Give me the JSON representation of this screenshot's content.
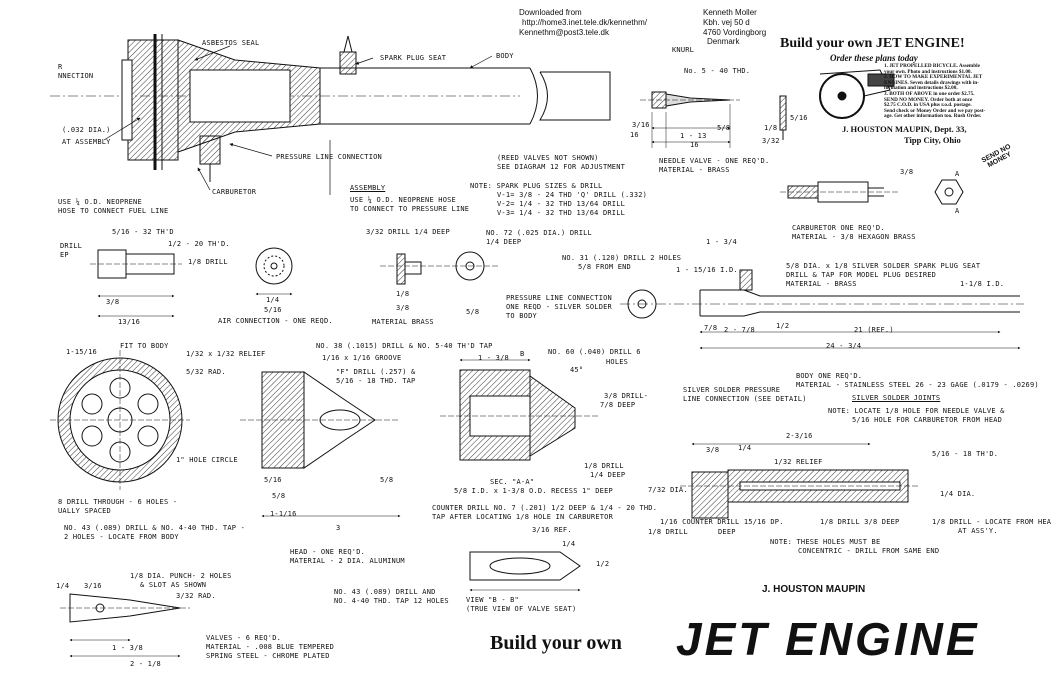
{
  "header": {
    "downloaded_from": "Downloaded from",
    "url": "http://home3.inet.tele.dk/kennethm/",
    "email": "Kennethm@post3.tele.dk",
    "name": "Kenneth Moller",
    "address1": "Kbh. vej 50 d",
    "address2": "4760 Vordingborg",
    "country": "Denmark"
  },
  "advert": {
    "title": "Build your own JET ENGINE!",
    "subtitle": "Order these plans today",
    "items": [
      "1. JET PROPELLED BICYCLE. Assemble",
      "your own. Photo and instructions $1.00.",
      "2. HOW TO MAKE EXPERIMENTAL JET",
      "ENGINES. Seven details drawings with in-",
      "formation and instructions $2.00.",
      "3. BOTH OF ABOVE in one order $2.75.",
      "SEND NO MONEY. Order both at once",
      "$2.75 C.O.D. in USA plus r.o.d. postage.",
      "Send check or Money Order and we pay post-",
      "age. Get other information too. Rush Order."
    ],
    "company": "J. HOUSTON MAUPIN, Dept. 33,",
    "city": "Tipp City, Ohio",
    "stamp": "SEND NO MONEY"
  },
  "footer": {
    "author": "J. HOUSTON MAUPIN",
    "build_your_own": "Build your own",
    "jet_engine": "JET ENGINE"
  },
  "labels": {
    "asbestos_seal": "ASBESTOS SEAL",
    "spark_plug_seat": "SPARK PLUG SEAT",
    "body": "BODY",
    "r_connection": "R",
    "nnection": "NNECTION",
    "dia_032": "(.032 DIA.)",
    "at_assembly": "AT ASSEMBLY",
    "pressure_line_connection": "PRESSURE LINE CONNECTION",
    "carburetor": "CARBURETOR",
    "use_neoprene_1": "USE ¼ O.D. NEOPRENE",
    "use_neoprene_2": "HOSE TO CONNECT FUEL LINE",
    "assembly": "ASSEMBLY",
    "assembly_use_1": "USE ¼ O.D. NEOPRENE HOSE",
    "assembly_use_2": "TO CONNECT TO PRESSURE LINE",
    "reed_valves_1": "(REED VALVES NOT SHOWN)",
    "reed_valves_2": "SEE DIAGRAM 12 FOR ADJUSTMENT",
    "note_spark": "NOTE: SPARK PLUG SIZES & DRILL",
    "v1": "V-1= 3/8 - 24 THD 'Q' DRILL (.332)",
    "v2": "V-2= 1/4 - 32 THD 13/64 DRILL",
    "v3": "V-3= 1/4 - 32 THD 13/64 DRILL",
    "knurl": "KNURL",
    "no5_40": "No. 5 - 40 THD.",
    "needle_valve_1": "NEEDLE VALVE - ONE REQ'D.",
    "needle_valve_2": "MATERIAL - BRASS",
    "d_3_16": "3/16",
    "d_16": "16",
    "d_1_13_16": "1 - 13",
    "d_1_16": "16",
    "d_5_8": "5/8",
    "d_1_8": "1/8",
    "d_3_32": "3/32",
    "d_5_16": "5/16",
    "d_3_8c": "3/8",
    "carburetor_req_1": "CARBURETOR   ONE REQ'D.",
    "carburetor_req_2": "MATERIAL - 3/8 HEXAGON BRASS",
    "a_label": "A",
    "d_5_16_32": "5/16 - 32 TH'D",
    "d_half_20": "1/2 - 20 TH'D.",
    "drill": "DRILL",
    "ep": "EP",
    "d_1_8_drill": "1/8 DRILL",
    "d_3_8": "3/8",
    "d_13_16": "13/16",
    "air_connection": "AIR CONNECTION - ONE REQD.",
    "d_1_4": "1/4",
    "d_5_16b": "5/16",
    "d_3_32_drill": "3/32 DRILL 1/4 DEEP",
    "no72_1": "NO. 72 (.025 DIA.) DRILL",
    "no72_2": "1/4 DEEP",
    "material_brass": "MATERIAL BRASS",
    "d_1_8b": "1/8",
    "d_3_8b": "3/8",
    "d_5_8b": "5/8",
    "no31_1": "NO. 31 (.120) DRILL 2 HOLES",
    "no31_2": "5/8 FROM END",
    "d_1_3_4": "1 - 3/4",
    "d_1_15_16": "1 - 15/16 I.D.",
    "solder_1": "5/8 DIA. x 1/8 SILVER SOLDER SPARK PLUG SEAT",
    "solder_2": "DRILL & TAP FOR MODEL PLUG DESIRED",
    "solder_3": "MATERIAL - BRASS",
    "d_1_1_8_id": "1-1/8 I.D.",
    "pressure_conn_1": "PRESSURE LINE CONNECTION",
    "pressure_conn_2": "ONE REQD - SILVER SOLDER",
    "pressure_conn_3": "TO BODY",
    "d_7_8": "7/8",
    "d_2_7_8": "2 - 7/8",
    "d_half": "1/2",
    "d_21_ref": "21 (REF.)",
    "d_24_3_4": "24 - 3/4",
    "d_1_15_16b": "1-15/16",
    "fit_to_body": "FIT TO BODY",
    "relief_1_32": "1/32 x 1/32 RELIEF",
    "rad_5_32": "5/32 RAD.",
    "no38": "NO. 38 (.1015) DRILL & NO. 5-40 TH'D TAP",
    "groove": "1/16 x 1/16 GROOVE",
    "f_drill": "\"F\" DRILL (.257) &",
    "tap_5_16": "5/16 - 18 THD. TAP",
    "d_1_3_8": "1 - 3/8",
    "b_label": "B",
    "no60_1": "NO. 60 (.040) DRILL 6",
    "no60_2": "HOLES",
    "deg_45": "45°",
    "d_3_8_drill_1": "3/8 DRILL-",
    "d_3_8_drill_2": "7/8 DEEP",
    "silver_solder_pressure_1": "SILVER SOLDER PRESSURE",
    "silver_solder_pressure_2": "LINE CONNECTION (SEE DETAIL)",
    "body_one_req": "BODY ONE REQ'D.",
    "body_material": "MATERIAL - STAINLESS STEEL 26 - 23 GAGE (.0179 - .0269)",
    "silver_solder_joints": "SILVER SOLDER JOINTS",
    "note_locate_1": "NOTE: LOCATE 1/8 HOLE FOR NEEDLE VALVE &",
    "note_locate_2": "5/16 HOLE FOR CARBURETOR FROM HEAD",
    "hole_circle": "1\" HOLE CIRCLE",
    "drill_through_1": "8 DRILL THROUGH - 6 HOLES -",
    "drill_through_2": "UALLY SPACED",
    "no43_1": "NO. 43 (.089) DRILL & NO. 4-40 THD. TAP -",
    "no43_2": "2 HOLES - LOCATE FROM BODY",
    "d_1_8_drill_1": "1/8 DRILL",
    "d_1_8_drill_2": "1/4 DEEP",
    "sec_aa": "SEC. \"A-A\"",
    "recess": "5/8 I.D. x 1-3/8 O.D. RECESS 1\" DEEP",
    "counter_drill_1": "COUNTER DRILL NO. 7 (.201) 1/2 DEEP & 1/4 - 20 THD.",
    "counter_drill_2": "TAP AFTER LOCATING 1/8 HOLE IN CARBURETOR",
    "d_5_16c": "5/16",
    "d_5_8c": "5/8",
    "d_1_1_16": "1-1/16",
    "d_3": "3",
    "head_req_1": "HEAD - ONE REQ'D.",
    "head_req_2": "MATERIAL - 2 DIA. ALUMINUM",
    "d_2_3_16": "2-3/16",
    "d_3_8d": "3/8",
    "d_1_4b": "1/4",
    "relief_1_32b": "1/32 RELIEF",
    "d_5_16_18": "5/16 - 18 TH'D.",
    "d_7_32_dia": "7/32 DIA.",
    "d_1_4_dia": "1/4 DIA.",
    "counter_drill_15_16": "1/16 COUNTER DRILL 15/16 DP.",
    "d_1_8_drill_b": "1/8 DRILL",
    "deep": "DEEP",
    "d_1_8_3_8_deep": "1/8 DRILL 3/8 DEEP",
    "locate_from_head_1": "1/8 DRILL - LOCATE FROM HEA",
    "locate_from_head_2": "AT ASS'Y.",
    "note_concentric_1": "NOTE:  THESE HOLES MUST BE",
    "note_concentric_2": "CONCENTRIC - DRILL FROM SAME END",
    "d_3_16_ref": "3/16 REF.",
    "d_1_4c": "1/4",
    "d_1_2c": "1/2",
    "view_bb_1": "VIEW \"B - B\"",
    "view_bb_2": "(TRUE VIEW OF VALVE SEAT)",
    "no43_b_1": "NO. 43 (.089) DRILL AND",
    "no43_b_2": "NO. 4-40 THD. TAP 12 HOLES",
    "punch_1": "1/8 DIA. PUNCH- 2 HOLES",
    "punch_2": "& SLOT AS SHOWN",
    "rad_3_32": "3/32 RAD.",
    "d_1_4d": "1/4",
    "d_1_3_8b": "1 - 3/8",
    "d_2_1_8": "2 - 1/8",
    "valves_1": "VALVES - 6 REQ'D.",
    "valves_2": "MATERIAL - .008 BLUE TEMPERED",
    "valves_3": "SPRING STEEL - CHROME PLATED"
  }
}
